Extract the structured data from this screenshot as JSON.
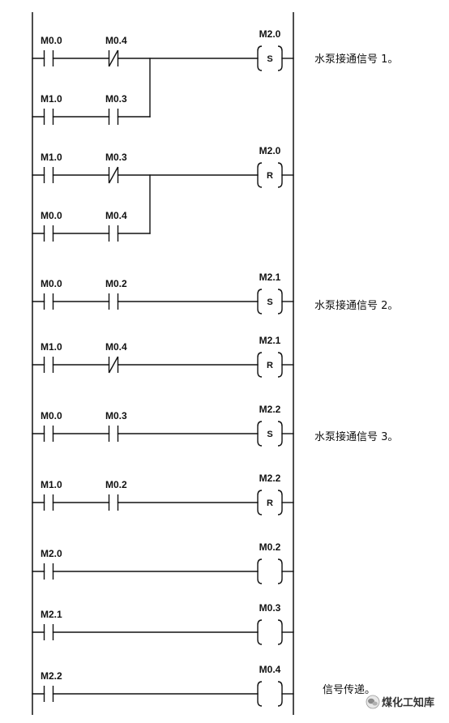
{
  "diagram": {
    "rungs": [
      {
        "contacts": [
          {
            "label": "M0.0",
            "icon": "no-contact-icon"
          },
          {
            "label": "M0.4",
            "icon": "nc-contact-icon"
          }
        ],
        "branch": [
          {
            "label": "M1.0",
            "icon": "no-contact-icon"
          },
          {
            "label": "M0.3",
            "icon": "no-contact-icon"
          }
        ],
        "coil": {
          "label": "M2.0",
          "op": "S"
        },
        "comment": "水泵接通信号 1。"
      },
      {
        "contacts": [
          {
            "label": "M1.0",
            "icon": "no-contact-icon"
          },
          {
            "label": "M0.3",
            "icon": "nc-contact-icon"
          }
        ],
        "branch": [
          {
            "label": "M0.0",
            "icon": "no-contact-icon"
          },
          {
            "label": "M0.4",
            "icon": "no-contact-icon"
          }
        ],
        "coil": {
          "label": "M2.0",
          "op": "R"
        }
      },
      {
        "contacts": [
          {
            "label": "M0.0",
            "icon": "no-contact-icon"
          },
          {
            "label": "M0.2",
            "icon": "no-contact-icon"
          }
        ],
        "coil": {
          "label": "M2.1",
          "op": "S"
        },
        "comment": "水泵接通信号 2。"
      },
      {
        "contacts": [
          {
            "label": "M1.0",
            "icon": "no-contact-icon"
          },
          {
            "label": "M0.4",
            "icon": "nc-contact-icon"
          }
        ],
        "coil": {
          "label": "M2.1",
          "op": "R"
        }
      },
      {
        "contacts": [
          {
            "label": "M0.0",
            "icon": "no-contact-icon"
          },
          {
            "label": "M0.3",
            "icon": "no-contact-icon"
          }
        ],
        "coil": {
          "label": "M2.2",
          "op": "S"
        },
        "comment": "水泵接通信号 3。"
      },
      {
        "contacts": [
          {
            "label": "M1.0",
            "icon": "no-contact-icon"
          },
          {
            "label": "M0.2",
            "icon": "no-contact-icon"
          }
        ],
        "coil": {
          "label": "M2.2",
          "op": "R"
        }
      },
      {
        "contacts": [
          {
            "label": "M2.0",
            "icon": "no-contact-icon"
          }
        ],
        "coil": {
          "label": "M0.2"
        }
      },
      {
        "contacts": [
          {
            "label": "M2.1",
            "icon": "no-contact-icon"
          }
        ],
        "coil": {
          "label": "M0.3"
        }
      },
      {
        "contacts": [
          {
            "label": "M2.2",
            "icon": "no-contact-icon"
          }
        ],
        "coil": {
          "label": "M0.4"
        },
        "comment": "信号传递。"
      }
    ]
  },
  "watermark": {
    "icon": "wechat-icon",
    "text": "煤化工知库"
  },
  "colors": {
    "line": "#111111",
    "text": "#111111",
    "watermark_text": "#333333"
  }
}
